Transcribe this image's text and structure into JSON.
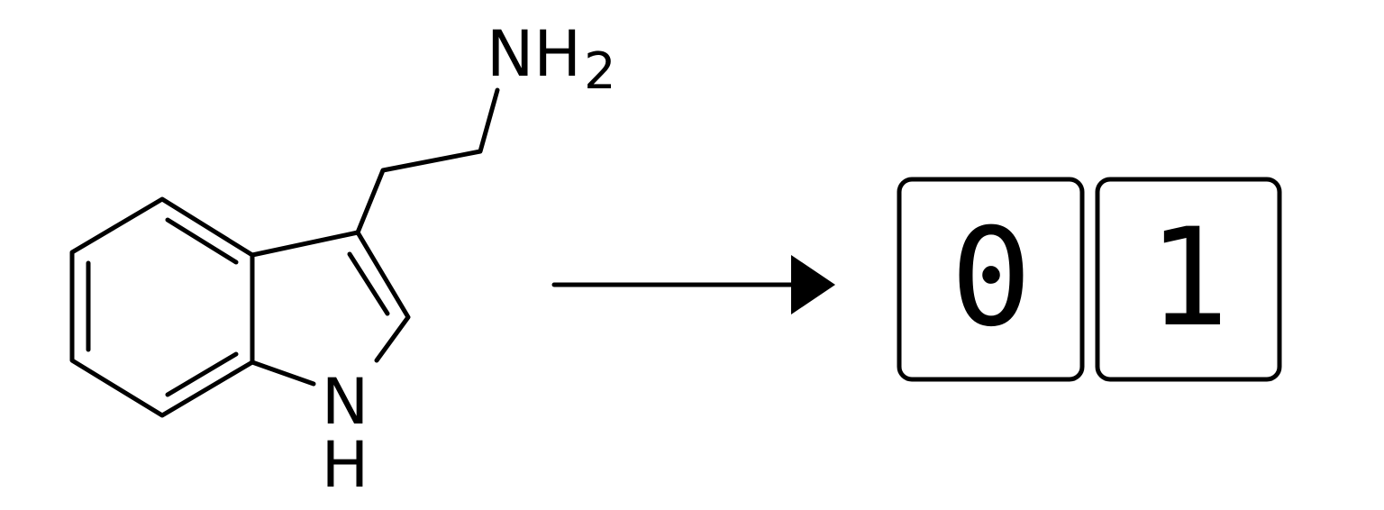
{
  "molecule": {
    "amine_label": "NH",
    "amine_subscript": "2",
    "ring_n_label": "N",
    "ring_h_label": "H"
  },
  "output": {
    "digits": [
      "0",
      "1"
    ]
  }
}
